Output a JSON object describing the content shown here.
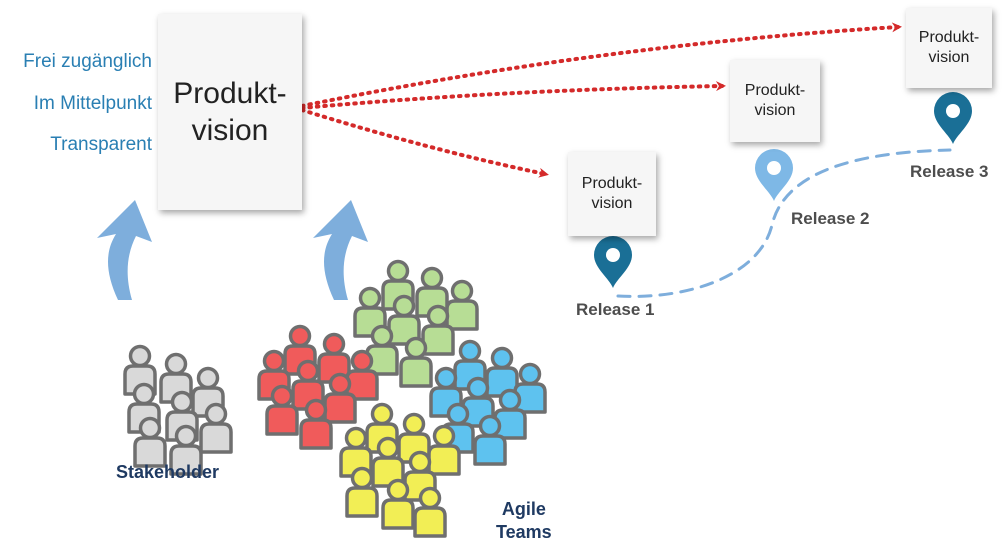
{
  "vision_attributes": [
    "Frei zugänglich",
    "Im Mittelpunkt",
    "Transparent"
  ],
  "main_vision": {
    "line1": "Produkt-",
    "line2": "vision"
  },
  "release_visions": [
    {
      "line1": "Produkt-",
      "line2": "vision",
      "release": "Release 1"
    },
    {
      "line1": "Produkt-",
      "line2": "vision",
      "release": "Release 2"
    },
    {
      "line1": "Produkt-",
      "line2": "vision",
      "release": "Release 3"
    }
  ],
  "groups": {
    "stakeholder": "Stakeholder",
    "teams_line1": "Agile",
    "teams_line2": "Teams"
  },
  "colors": {
    "attribute_text": "#2a7fb3",
    "dotted_arrow": "#d42a2a",
    "release_path": "#7eaedc",
    "pin_dark": "#1a6f96",
    "pin_light": "#7eb8e6",
    "up_arrow": "#7eaedc",
    "stakeholder": "#d9d9d9",
    "team_red": "#f05b5b",
    "team_green": "#b7dd95",
    "team_blue": "#5ec2ef",
    "team_yellow": "#f2ee55"
  }
}
